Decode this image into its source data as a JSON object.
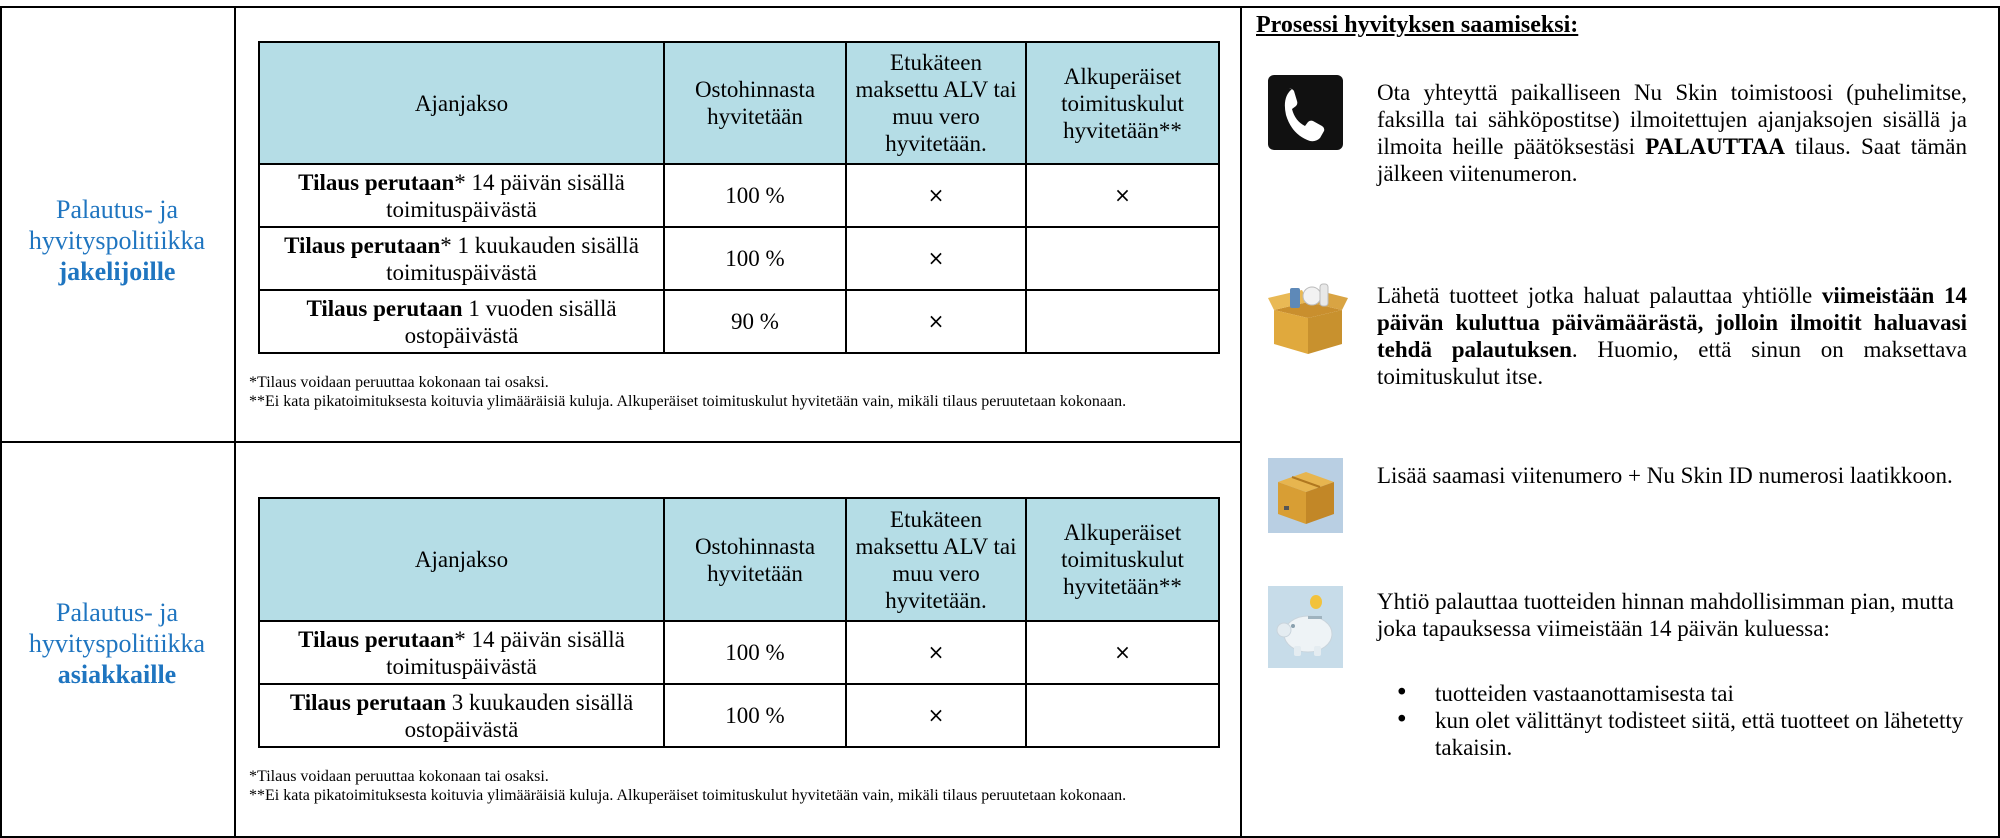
{
  "distributors": {
    "label_line1": "Palautus- ja",
    "label_line2": "hyvityspolitiikka",
    "label_strong": "jakelijoille",
    "headers": [
      "Ajanjakso",
      "Ostohinnasta hyvitetään",
      "Etukäteen maksettu ALV tai muu vero hyvitetään.",
      "Alkuperäiset toimituskulut hyvitetään**"
    ],
    "rows": [
      {
        "bold": "Tilaus perutaan",
        "rest": "* 14 päivän sisällä toimituspäivästä",
        "refund": "100 %",
        "vat": "×",
        "shipping": "×"
      },
      {
        "bold": "Tilaus perutaan",
        "rest": "* 1 kuukauden sisällä toimituspäivästä",
        "refund": "100 %",
        "vat": "×",
        "shipping": ""
      },
      {
        "bold": "Tilaus perutaan",
        "rest": " 1 vuoden sisällä ostopäivästä",
        "refund": "90 %",
        "vat": "×",
        "shipping": ""
      }
    ],
    "note1": "*Tilaus voidaan peruuttaa kokonaan tai osaksi.",
    "note2": "**Ei kata pikatoimituksesta koituvia ylimääräisiä kuluja. Alkuperäiset toimituskulut hyvitetään vain, mikäli tilaus peruutetaan kokonaan."
  },
  "customers": {
    "label_line1": "Palautus- ja",
    "label_line2": "hyvityspolitiikka",
    "label_strong": "asiakkaille",
    "headers": [
      "Ajanjakso",
      "Ostohinnasta hyvitetään",
      "Etukäteen maksettu ALV tai muu vero hyvitetään.",
      "Alkuperäiset toimituskulut hyvitetään**"
    ],
    "rows": [
      {
        "bold": "Tilaus perutaan",
        "rest": "* 14 päivän sisällä toimituspäivästä",
        "refund": "100 %",
        "vat": "×",
        "shipping": "×"
      },
      {
        "bold": "Tilaus perutaan",
        "rest": " 3 kuukauden sisällä ostopäivästä",
        "refund": "100 %",
        "vat": "×",
        "shipping": ""
      }
    ],
    "note1": "*Tilaus voidaan peruuttaa kokonaan tai osaksi.",
    "note2": "**Ei kata pikatoimituksesta koituvia ylimääräisiä kuluja. Alkuperäiset toimituskulut hyvitetään vain, mikäli tilaus peruutetaan kokonaan."
  },
  "process": {
    "title": "Prosessi hyvityksen saamiseksi:",
    "step1": {
      "icon": "phone-icon",
      "text_a": "Ota yhteyttä paikalliseen Nu Skin toimistoosi (puhelimitse, faksilla tai sähköpostitse) ilmoitettujen ajanjaksojen sisällä ja ilmoita heille päätöksestäsi ",
      "text_bold": "PALAUTTAA",
      "text_b": " tilaus. Saat tämän jälkeen viitenumeron."
    },
    "step2": {
      "icon": "open-box-icon",
      "text_a": "Lähetä tuotteet jotka haluat palauttaa yhtiölle ",
      "text_bold": "viimeistään 14 päivän kuluttua päivämäärästä, jolloin ilmoitit haluavasi tehdä palautuksen",
      "text_b": ". Huomio, että sinun on maksettava toimituskulut itse."
    },
    "step3": {
      "icon": "closed-box-icon",
      "text": "Lisää saamasi viitenumero + Nu Skin ID numerosi laatikkoon."
    },
    "step4": {
      "icon": "piggy-bank-icon",
      "text": "Yhtiö palauttaa tuotteiden hinnan mahdollisimman pian, mutta joka tapauksessa viimeistään 14 päivän kuluessa:",
      "bullets": [
        "tuotteiden vastaanottamisesta tai",
        "kun olet välittänyt todisteet siitä, että tuotteet on lähetetty takaisin."
      ]
    }
  },
  "colors": {
    "label_blue": "#1f75c0",
    "header_fill": "#b5dde6"
  }
}
